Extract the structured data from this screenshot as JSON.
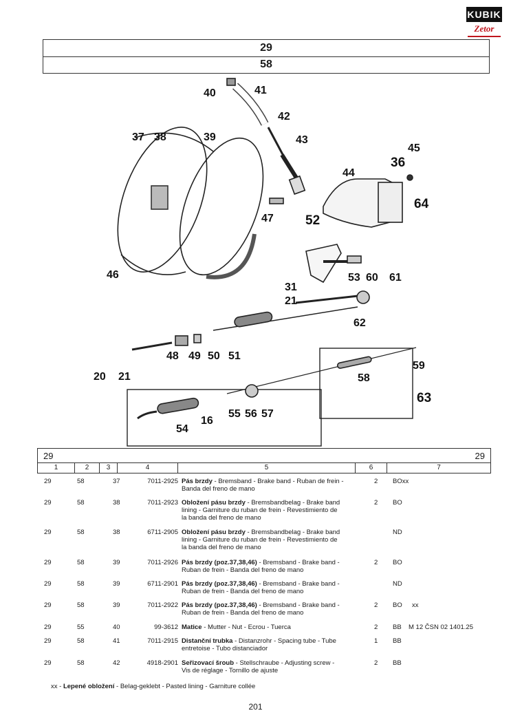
{
  "brand": {
    "name": "KUBIK",
    "sub": "Zetor",
    "color": "#c0161d"
  },
  "header": {
    "group": "29",
    "subgroup": "58"
  },
  "callouts": [
    {
      "id": "40",
      "label": "40"
    },
    {
      "id": "41",
      "label": "41"
    },
    {
      "id": "42",
      "label": "42"
    },
    {
      "id": "43",
      "label": "43"
    },
    {
      "id": "37",
      "label": "37"
    },
    {
      "id": "38",
      "label": "38"
    },
    {
      "id": "39",
      "label": "39"
    },
    {
      "id": "44",
      "label": "44"
    },
    {
      "id": "45",
      "label": "45"
    },
    {
      "id": "36",
      "label": "36"
    },
    {
      "id": "64",
      "label": "64"
    },
    {
      "id": "52",
      "label": "52"
    },
    {
      "id": "47",
      "label": "47"
    },
    {
      "id": "46",
      "label": "46"
    },
    {
      "id": "53",
      "label": "53"
    },
    {
      "id": "60",
      "label": "60"
    },
    {
      "id": "61",
      "label": "61"
    },
    {
      "id": "31",
      "label": "31"
    },
    {
      "id": "21a",
      "label": "21"
    },
    {
      "id": "62",
      "label": "62"
    },
    {
      "id": "20",
      "label": "20"
    },
    {
      "id": "21b",
      "label": "21"
    },
    {
      "id": "48",
      "label": "48"
    },
    {
      "id": "49",
      "label": "49"
    },
    {
      "id": "50",
      "label": "50"
    },
    {
      "id": "51",
      "label": "51"
    },
    {
      "id": "59",
      "label": "59"
    },
    {
      "id": "58",
      "label": "58"
    },
    {
      "id": "63",
      "label": "63"
    },
    {
      "id": "55",
      "label": "55"
    },
    {
      "id": "56",
      "label": "56"
    },
    {
      "id": "57",
      "label": "57"
    },
    {
      "id": "16",
      "label": "16"
    },
    {
      "id": "54",
      "label": "54"
    }
  ],
  "table": {
    "group_left": "29",
    "group_right": "29",
    "columns": [
      "1",
      "2",
      "3",
      "4",
      "5",
      "6",
      "7"
    ],
    "rows": [
      {
        "c1": "29",
        "c2": "58",
        "c3": "37",
        "c4": "7011-2925",
        "name": "Pás brzdy",
        "desc": " - Bremsband - Brake band - Ruban de frein -",
        "desc2": "Banda del freno de mano",
        "desc3": "",
        "qty": "2",
        "code": "BOxx",
        "note": ""
      },
      {
        "c1": "29",
        "c2": "58",
        "c3": "38",
        "c4": "7011-2923",
        "name": "Obložení pásu brzdy",
        "desc": " - Bremsbandbelag - Brake band",
        "desc2": "lining - Garniture du ruban de frein - Revestimiento de",
        "desc3": "la banda del freno de mano",
        "qty": "2",
        "code": "BO",
        "note": ""
      },
      {
        "c1": "29",
        "c2": "58",
        "c3": "38",
        "c4": "6711-2905",
        "name": "Obložení pásu brzdy",
        "desc": " - Bremsbandbelag - Brake band",
        "desc2": "lining - Garniture du ruban de frein - Revestimiento de",
        "desc3": "la banda del freno de mano",
        "qty": "",
        "code": "ND",
        "note": ""
      },
      {
        "c1": "29",
        "c2": "58",
        "c3": "39",
        "c4": "7011-2926",
        "name": "Pás brzdy (poz.37,38,46)",
        "desc": " - Bremsband - Brake band -",
        "desc2": "Ruban de frein - Banda del freno de mano",
        "desc3": "",
        "qty": "2",
        "code": "BO",
        "note": ""
      },
      {
        "c1": "29",
        "c2": "58",
        "c3": "39",
        "c4": "6711-2901",
        "name": "Pás brzdy (poz.37,38,46)",
        "desc": " - Bremsband - Brake band -",
        "desc2": "Ruban de frein - Banda del freno de mano",
        "desc3": "",
        "qty": "",
        "code": "ND",
        "note": ""
      },
      {
        "c1": "29",
        "c2": "58",
        "c3": "39",
        "c4": "7011-2922",
        "name": "Pás brzdy (poz.37,38,46)",
        "desc": " - Bremsband - Brake band -",
        "desc2": "Ruban de frein - Banda del freno de mano",
        "desc3": "",
        "qty": "2",
        "code": "BO",
        "note": "xx"
      },
      {
        "c1": "29",
        "c2": "55",
        "c3": "40",
        "c4": "99-3612",
        "name": "Matice",
        "desc": " - Mutter - Nut - Ecrou - Tuerca",
        "desc2": "",
        "desc3": "",
        "qty": "2",
        "code": "BB",
        "note": "M 12 ČSN 02 1401.25"
      },
      {
        "c1": "29",
        "c2": "58",
        "c3": "41",
        "c4": "7011-2915",
        "name": "Distanční trubka",
        "desc": " - Distanzrohr - Spacing tube - Tube",
        "desc2": "entretoise - Tubo distanciador",
        "desc3": "",
        "qty": "1",
        "code": "BB",
        "note": ""
      },
      {
        "c1": "29",
        "c2": "58",
        "c3": "42",
        "c4": "4918-2901",
        "name": "Seřizovací šroub",
        "desc": " - Stellschraube - Adjusting screw -",
        "desc2": "Vis de réglage - Tornillo de ajuste",
        "desc3": "",
        "qty": "2",
        "code": "BB",
        "note": ""
      }
    ]
  },
  "footnote": {
    "mark": "xx -",
    "name": "Lepené obložení",
    "text": " - Belag-geklebt - Pasted lining - Garniture collée"
  },
  "page_number": "201"
}
